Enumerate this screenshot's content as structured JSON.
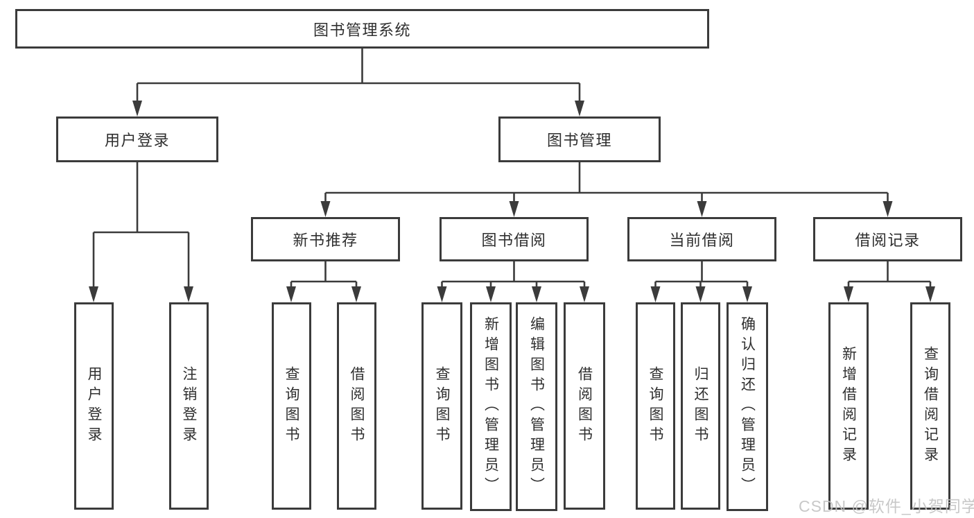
{
  "diagram": {
    "type": "hierarchy-tree",
    "colors": {
      "line": "#3b3b3b",
      "box_border": "#3b3b3b",
      "text": "#2f2f2f",
      "background": "#ffffff",
      "watermark": "#c3c3c3"
    },
    "tree": {
      "root": {
        "label": "图书管理系统",
        "children": [
          {
            "label": "用户登录",
            "children": [
              {
                "label": "用户登录"
              },
              {
                "label": "注销登录"
              }
            ]
          },
          {
            "label": "图书管理",
            "children": [
              {
                "label": "新书推荐",
                "children": [
                  {
                    "label": "查询图书"
                  },
                  {
                    "label": "借阅图书"
                  }
                ]
              },
              {
                "label": "图书借阅",
                "children": [
                  {
                    "label": "查询图书"
                  },
                  {
                    "label": "新增图书（管理员）"
                  },
                  {
                    "label": "编辑图书（管理员）"
                  },
                  {
                    "label": "借阅图书"
                  }
                ]
              },
              {
                "label": "当前借阅",
                "children": [
                  {
                    "label": "查询图书"
                  },
                  {
                    "label": "归还图书"
                  },
                  {
                    "label": "确认归还（管理员）"
                  }
                ]
              },
              {
                "label": "借阅记录",
                "children": [
                  {
                    "label": "新增借阅记录"
                  },
                  {
                    "label": "查询借阅记录"
                  }
                ]
              }
            ]
          }
        ]
      }
    },
    "watermark": {
      "text": "CSDN @软件_小贺同学"
    }
  }
}
